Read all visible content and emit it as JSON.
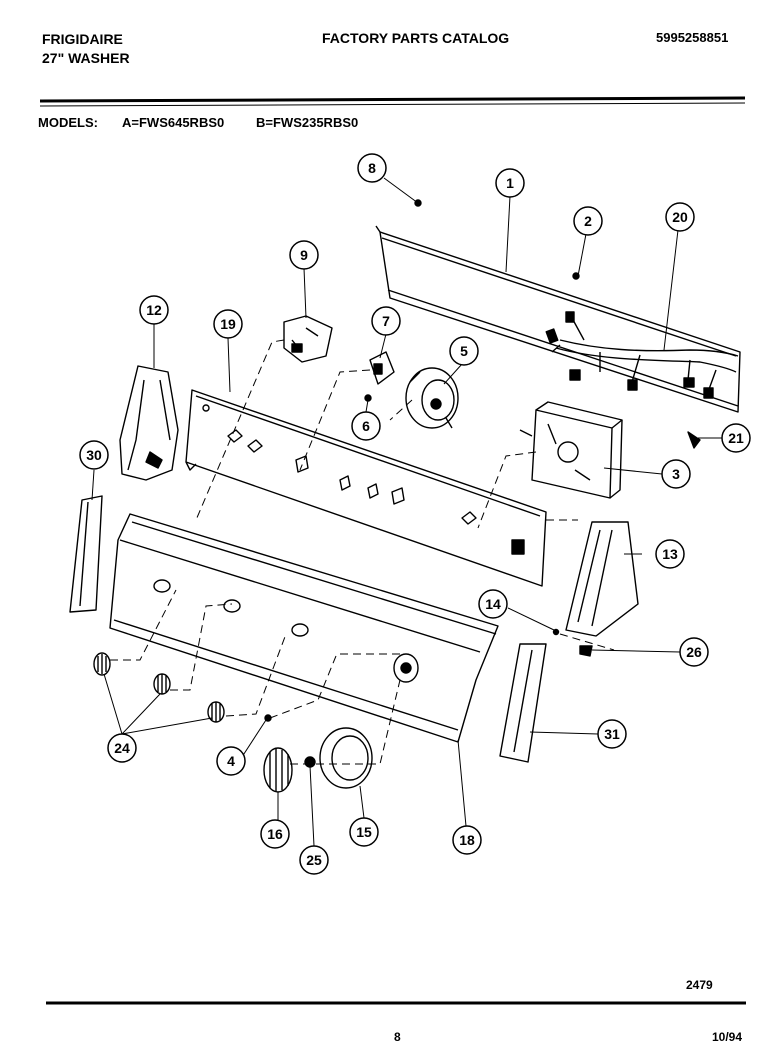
{
  "header": {
    "brand": "FRIGIDAIRE",
    "product": "27\" WASHER",
    "catalog_title": "FACTORY PARTS CATALOG",
    "catalog_number": "5995258851"
  },
  "models": {
    "label": "MODELS:",
    "a": "A=FWS645RBS0",
    "b": "B=FWS235RBS0"
  },
  "callouts": [
    "8",
    "1",
    "2",
    "20",
    "9",
    "12",
    "19",
    "7",
    "5",
    "6",
    "21",
    "3",
    "30",
    "13",
    "14",
    "26",
    "31",
    "24",
    "4",
    "16",
    "25",
    "15",
    "18"
  ],
  "footer": {
    "drawing_number": "2479",
    "page_number": "8",
    "date": "10/94"
  }
}
